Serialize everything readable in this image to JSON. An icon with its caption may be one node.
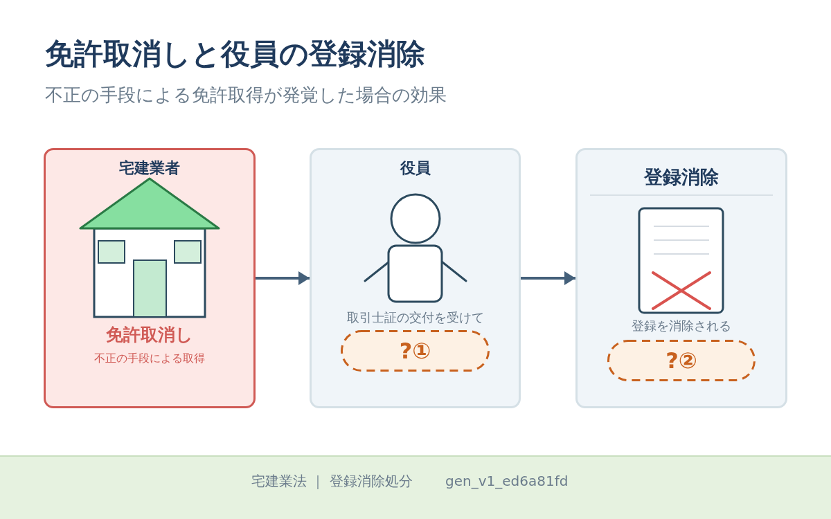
{
  "diagram": {
    "title": "免許取消しと役員の登録消除",
    "nodes": [
      {
        "text": [
          "宅建業者",
          "免許取消し",
          "不正の手段による取得"
        ]
      },
      {
        "text": [
          "役員",
          "取引士証の交付を受けて"
        ]
      },
      {
        "text": [
          "?①"
        ],
        "in": 1
      },
      {
        "text": [
          "登録消除",
          "登録を消除される"
        ]
      },
      {
        "text": [
          "?②"
        ],
        "in": 3
      }
    ],
    "edges": [
      {
        "from": 0,
        "to": 1,
        "arrow": "to"
      },
      {
        "from": 1,
        "to": 3,
        "arrow": "to"
      }
    ],
    "labels": [
      "不正の手段による免許取得が発覚した場合の効果",
      "宅建業法 ｜ 登録消除処分",
      "gen_v1_ed6a81fd"
    ]
  }
}
